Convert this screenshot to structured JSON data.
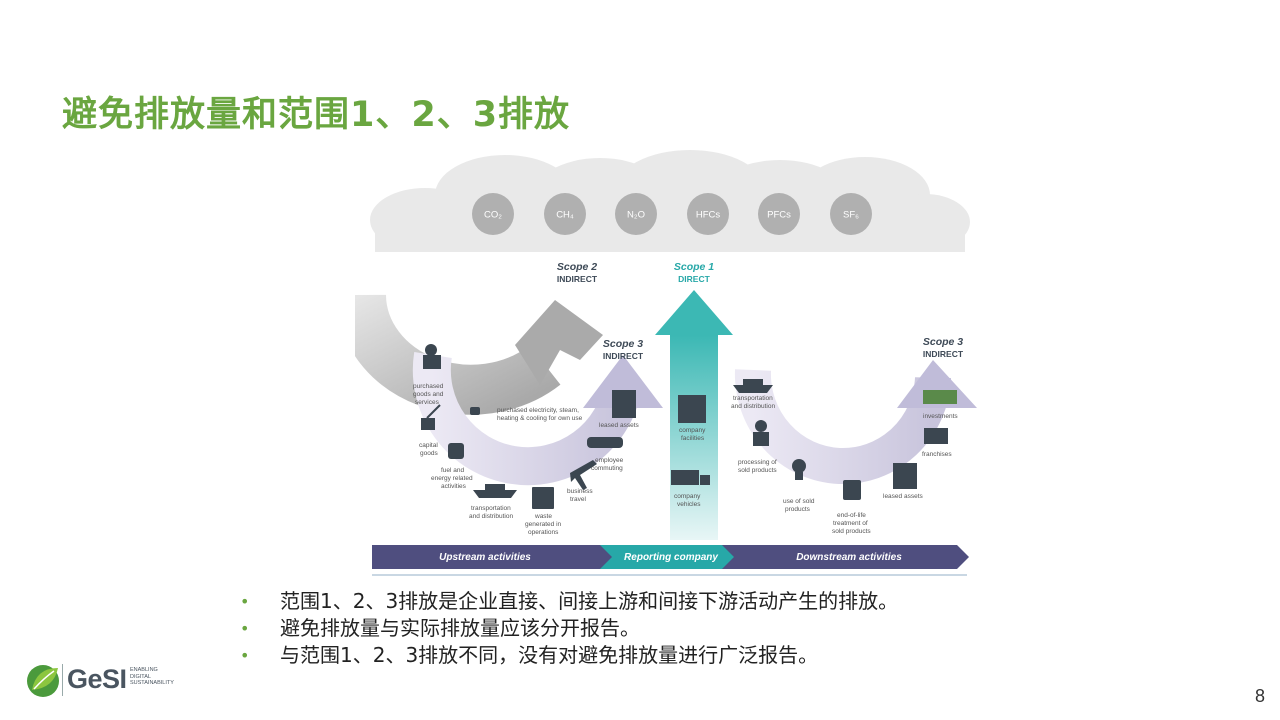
{
  "slide": {
    "title": "避免排放量和范围1、2、3排放",
    "page_number": "8",
    "bullets": [
      "范围1、2、3排放是企业直接、间接上游和间接下游活动产生的排放。",
      "避免排放量与实际排放量应该分开报告。",
      "与范围1、2、3排放不同，没有对避免排放量进行广泛报告。"
    ]
  },
  "logo": {
    "name": "GeSI",
    "tagline": "ENABLING\nDIGITAL\nSUSTAINABILITY"
  },
  "diagram": {
    "gases": [
      "CO₂",
      "CH₄",
      "N₂O",
      "HFCs",
      "PFCs",
      "SF₆"
    ],
    "scope2": {
      "title": "Scope 2",
      "sub": "INDIRECT"
    },
    "scope1": {
      "title": "Scope 1",
      "sub": "DIRECT"
    },
    "scope3_up": {
      "title": "Scope 3",
      "sub": "INDIRECT"
    },
    "scope3_down": {
      "title": "Scope 3",
      "sub": "INDIRECT"
    },
    "scope2_item": "purchased electricity, steam, heating & cooling for own use",
    "upstream_items": [
      "purchased goods and services",
      "capital goods",
      "fuel and energy related activities",
      "transportation and distribution",
      "waste generated in operations",
      "business travel",
      "employee commuting",
      "leased assets"
    ],
    "company_items": [
      "company facilities",
      "company vehicles"
    ],
    "downstream_items": [
      "transportation and distribution",
      "processing of sold products",
      "use of sold products",
      "end-of-life treatment of sold products",
      "leased assets",
      "franchises",
      "investments"
    ],
    "bar": [
      "Upstream activities",
      "Reporting company",
      "Downstream activities"
    ],
    "colors": {
      "teal": "#27a8a8",
      "purple": "#4f4e7f",
      "grey": "#b5b5b5",
      "accent_green": "#6aa640"
    }
  }
}
